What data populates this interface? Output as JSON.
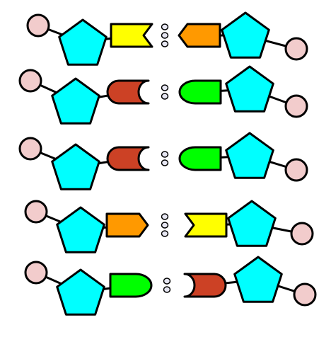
{
  "colors": {
    "phosphate": "#f2cccc",
    "sugar": "#00ffff",
    "yellow_base": "#ffff00",
    "orange_base": "#ff9900",
    "red_base": "#cc4125",
    "green_base": "#00ff00",
    "hbond_dot": "#e6e6f2"
  },
  "base_pairs": [
    {
      "left_base": "yellow-notched-base",
      "right_base": "orange-pointed-base",
      "hydrogen_bonds": 3
    },
    {
      "left_base": "red-cupped-base",
      "right_base": "green-rounded-base",
      "hydrogen_bonds": 2
    },
    {
      "left_base": "red-cupped-base",
      "right_base": "green-rounded-base",
      "hydrogen_bonds": 2
    },
    {
      "left_base": "orange-pointed-base",
      "right_base": "yellow-notched-base",
      "hydrogen_bonds": 3
    },
    {
      "left_base": "green-rounded-base",
      "right_base": "red-cupped-base",
      "hydrogen_bonds": 2
    }
  ]
}
